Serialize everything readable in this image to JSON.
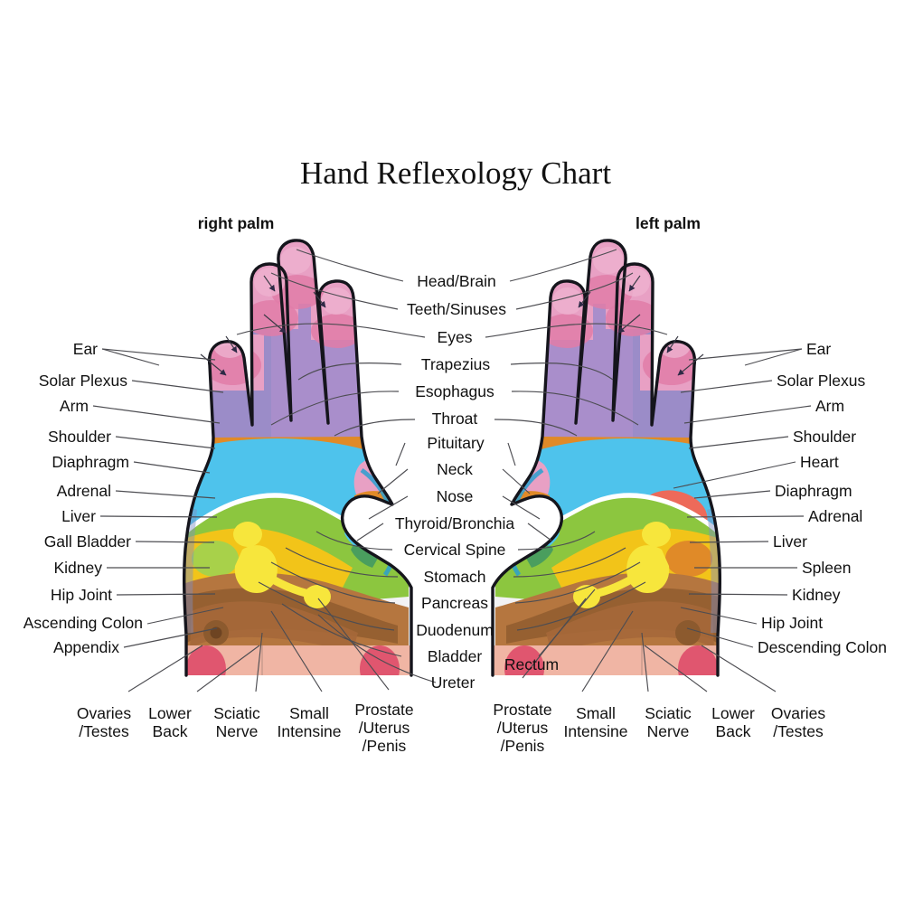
{
  "title": "Hand Reflexology Chart",
  "hands": {
    "right": {
      "caption": "right palm"
    },
    "left": {
      "caption": "left palm"
    }
  },
  "labels": {
    "left_column": [
      "Ear",
      "Solar Plexus",
      "Arm",
      "Shoulder",
      "Diaphragm",
      "Adrenal",
      "Liver",
      "Gall Bladder",
      "Kidney",
      "Hip Joint",
      "Ascending Colon",
      "Appendix"
    ],
    "right_column": [
      "Ear",
      "Solar Plexus",
      "Arm",
      "Shoulder",
      "Heart",
      "Diaphragm",
      "Adrenal",
      "Liver",
      "Spleen",
      "Kidney",
      "Hip Joint",
      "Descending Colon"
    ],
    "center_column": [
      "Head/Brain",
      "Teeth/Sinuses",
      "Eyes",
      "Trapezius",
      "Esophagus",
      "Throat",
      "Pituitary",
      "Neck",
      "Nose",
      "Thyroid/Bronchia",
      "Cervical Spine",
      "Stomach",
      "Pancreas",
      "Duodenum",
      "Bladder",
      "Ureter"
    ],
    "center_right_extra": "Rectum",
    "bottom_left": [
      "Ovaries\n/Testes",
      "Lower\nBack",
      "Sciatic\nNerve",
      "Small\nIntensine",
      "Prostate\n/Uterus\n/Penis"
    ],
    "bottom_right": [
      "Prostate\n/Uterus\n/Penis",
      "Small\nIntensine",
      "Sciatic\nNerve",
      "Lower\nBack",
      "Ovaries\n/Testes"
    ],
    "bottom_left_lines": [
      [
        "Ovaries",
        "/Testes"
      ],
      [
        "Lower",
        "Back"
      ],
      [
        "Sciatic",
        "Nerve"
      ],
      [
        "Small",
        "Intensine"
      ],
      [
        "Prostate",
        "/Uterus",
        "/Penis"
      ]
    ],
    "bottom_right_lines": [
      [
        "Prostate",
        "/Uterus",
        "/Penis"
      ],
      [
        "Small",
        "Intensine"
      ],
      [
        "Sciatic",
        "Nerve"
      ],
      [
        "Lower",
        "Back"
      ],
      [
        "Ovaries",
        "/Testes"
      ]
    ]
  },
  "colors": {
    "background": "#ffffff",
    "outline": "#15151c",
    "leader": "#4d4d52",
    "fingertip_pink": "#e8a0c4",
    "fingertip_pink_deep": "#e07ca8",
    "finger_purple": "#9b8cc8",
    "finger_purple_alt": "#a98ecb",
    "band_orange": "#e08a28",
    "palm_cyan": "#4ec3ec",
    "palm_green": "#8cc63f",
    "palm_yellow": "#f2c419",
    "palm_brown": "#b5763f",
    "palm_brown_dark": "#8c5a2e",
    "kidney_yellow": "#f7e63c",
    "wrist_salmon": "#f0b5a4",
    "wrist_crimson": "#e0566f",
    "heart_red": "#ed6a5a",
    "adrenal_green": "#a8d14a",
    "text": "#111111"
  },
  "chart_data": {
    "type": "diagram",
    "title": "Hand Reflexology Chart",
    "panels": [
      "right palm",
      "left palm"
    ],
    "zone_count_left": 12,
    "zone_count_right": 12,
    "zone_count_center": 16
  }
}
